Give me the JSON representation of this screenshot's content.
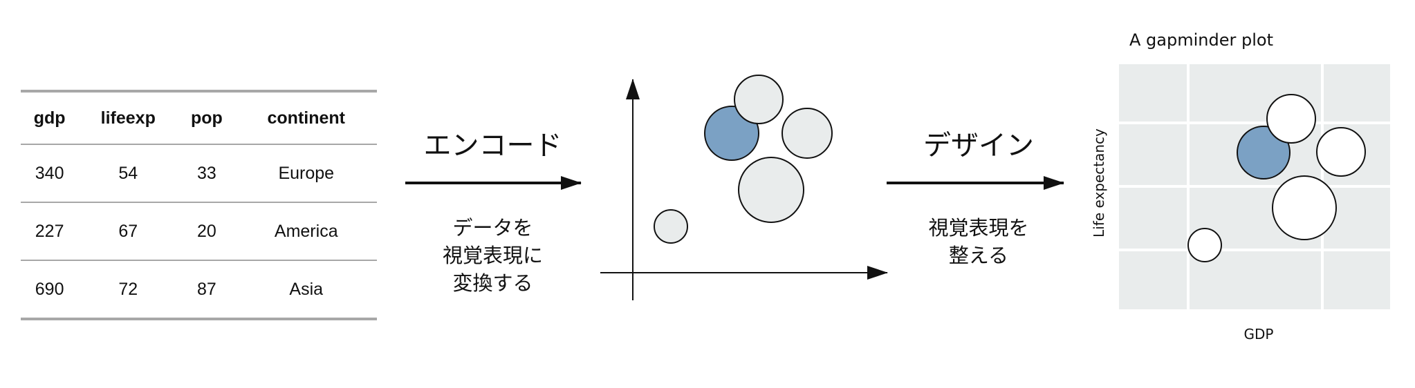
{
  "table": {
    "headers": [
      "gdp",
      "lifeexp",
      "pop",
      "continent"
    ],
    "rows": [
      [
        "340",
        "54",
        "33",
        "Europe"
      ],
      [
        "227",
        "67",
        "20",
        "America"
      ],
      [
        "690",
        "72",
        "87",
        "Asia"
      ]
    ]
  },
  "steps": {
    "encode": {
      "title": "エンコード",
      "description": "データを\n視覚表現に\n変換する"
    },
    "design": {
      "title": "デザイン",
      "description": "視覚表現を\n整える"
    }
  },
  "gapminder": {
    "title": "A gapminder plot",
    "xlabel": "GDP",
    "ylabel": "Life expectancy"
  },
  "colors": {
    "highlight": "#7ba1c4",
    "bubble_raw": "#e9ecec",
    "bubble_final": "#ffffff",
    "panel_bg": "#e9ecec",
    "grid": "#ffffff",
    "arrow": "#111111",
    "table_rule": "#a7a7a7"
  }
}
